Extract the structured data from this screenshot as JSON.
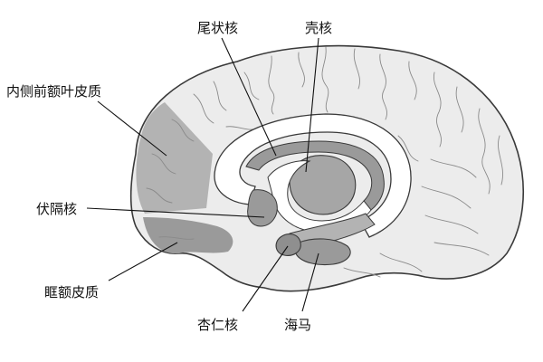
{
  "colors": {
    "brain_fill": "#ececec",
    "brain_outline": "#3a3a3a",
    "region_dark": "#9a9a9a",
    "region_mid": "#b3b3b3",
    "region_light": "#c6c6c6",
    "ventricle_white": "#ffffff",
    "label_text": "#111111"
  },
  "labels": {
    "caudate": "尾状核",
    "putamen": "壳核",
    "mpfc": "内侧前额叶皮质",
    "accumbens": "伏隔核",
    "ofc": "眶额皮质",
    "amygdala": "杏仁核",
    "hippocampus": "海马"
  }
}
